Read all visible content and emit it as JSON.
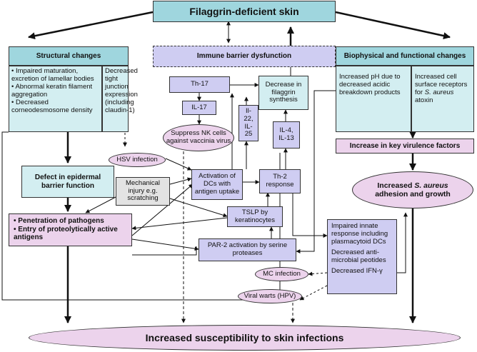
{
  "title": "Filaggrin-deficient skin",
  "headers": {
    "structural": "Structural changes",
    "immune": "Immune barrier dysfunction",
    "biophysical": "Biophysical and functional changes"
  },
  "structural": {
    "left_items": [
      "• Impaired maturation, excretion of lamellar bodies",
      "• Abnormal keratin filament aggregation",
      "• Decreased corneodesmosome density"
    ],
    "right": "Decreased tight junction expression (including claudin-1)"
  },
  "biophysical": {
    "left": "Increased pH due to decreased acidic breakdown products",
    "right_prefix": "Increased cell surface receptors for ",
    "right_italic": "S. aureus",
    "right_suffix": " atoxin"
  },
  "nodes": {
    "th17": "Th-17",
    "il17": "IL-17",
    "decrease_filaggrin": "Decrease in filaggrin synthesis",
    "suppress_nk": "Suppress NK cells against vaccinia virus",
    "il22": "Il-22, IL-25",
    "il4": "IL-4, IL-13",
    "hsv": "HSV infection",
    "defect_barrier": "Defect in epidermal barrier function",
    "mechanical": "Mechanical injury e.g. scratching",
    "activation_dcs": "Activation of DCs with antigen uptake",
    "th2": "Th-2 response",
    "tslp": "TSLP by keratinocytes",
    "par2": "PAR-2 activation by serine proteases",
    "penetration": [
      "• Penetration of pathogens",
      "• Entry of proteolytically active antigens"
    ],
    "virulence": "Increase in key virulence factors",
    "adhesion_prefix": "Increased ",
    "adhesion_italic": "S. aureus",
    "adhesion_suffix": " adhesion and growth",
    "innate": [
      "Impaired innate response including plasmacytoid DCs",
      "Decreased anti-microbial peotides",
      "Decreased IFN-γ"
    ],
    "mc": "MC infection",
    "warts": "Viral warts (HPV)",
    "bottom": "Increased susceptibility to skin infections"
  }
}
